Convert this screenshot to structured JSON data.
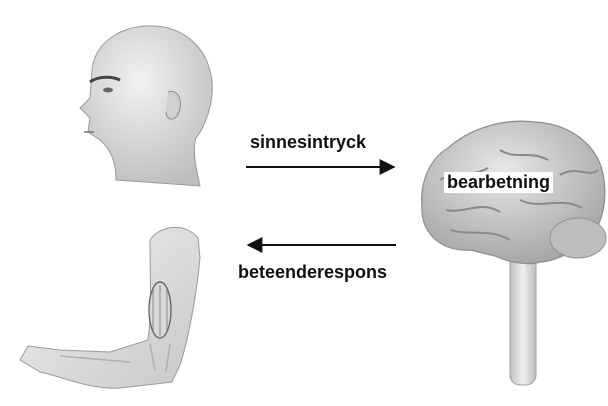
{
  "labels": {
    "sensory_input": "sinnesintryck",
    "processing": "bearbetning",
    "behavioral_response": "beteenderespons"
  },
  "arrows": [
    {
      "from": "head",
      "to": "brain",
      "label_ref": "sensory_input"
    },
    {
      "from": "brain",
      "to": "arm",
      "label_ref": "behavioral_response"
    }
  ],
  "colors": {
    "background": "#ffffff",
    "text": "#111111",
    "arrow": "#111111",
    "skin_light": "#e4e4e4",
    "skin_shadow": "#c8c8c8",
    "brain_light": "#cfcfcf",
    "brain_dark": "#a9a9a9"
  }
}
